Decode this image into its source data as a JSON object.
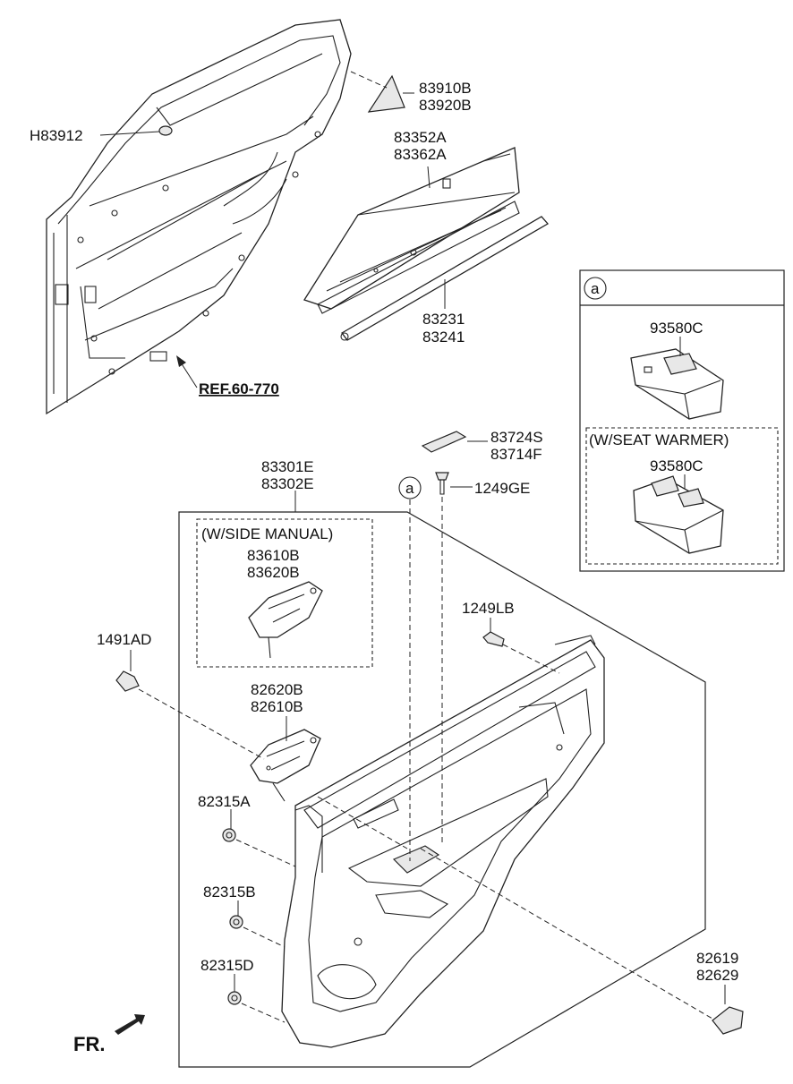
{
  "labels": {
    "p83910": "83910B",
    "p83920": "83920B",
    "p83912": "H83912",
    "p83352": "83352A",
    "p83362": "83362A",
    "p83231": "83231",
    "p83241": "83241",
    "ref": "REF.60-770",
    "p83724": "83724S",
    "p83714": "83714F",
    "p83301": "83301E",
    "p83302": "83302E",
    "p1249ge": "1249GE",
    "callout_a": "a",
    "side_manual": "(W/SIDE MANUAL)",
    "p83610": "83610B",
    "p83620": "83620B",
    "p1491": "1491AD",
    "p1249lb": "1249LB",
    "p82620": "82620B",
    "p82610": "82610B",
    "p82315a": "82315A",
    "p82315b": "82315B",
    "p82315d": "82315D",
    "p82619": "82619",
    "p82629": "82629",
    "fr": "FR."
  },
  "inset": {
    "callout": "a",
    "p93580_top": "93580C",
    "seat_warmer": "(W/SEAT WARMER)",
    "p93580_bottom": "93580C"
  }
}
